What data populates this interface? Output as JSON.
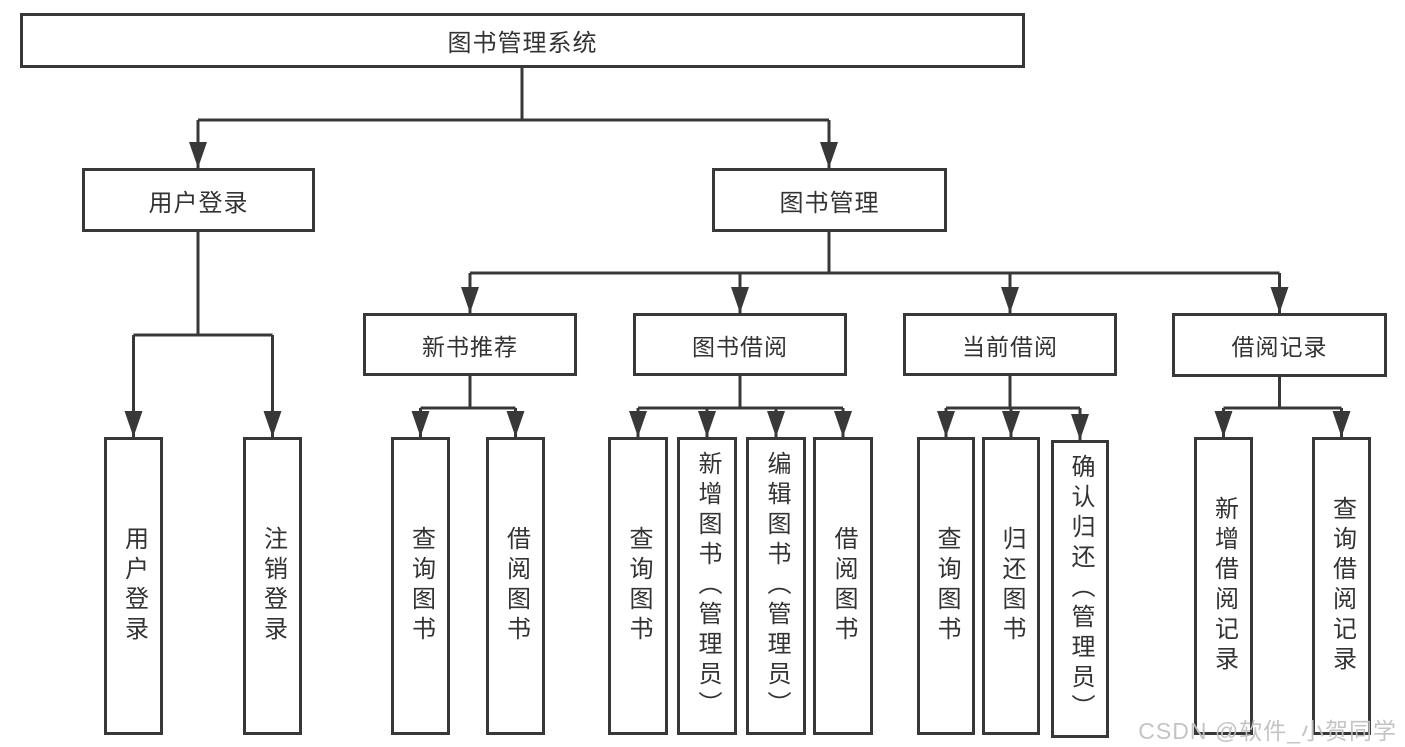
{
  "colors": {
    "background": "#ffffff",
    "box_border": "#383838",
    "connector_line": "#383838",
    "text": "#333333",
    "watermark": "#c1c1c1"
  },
  "watermark": {
    "text": "CSDN @软件_小贺同学"
  },
  "tree": {
    "root": {
      "label": "图书管理系统"
    },
    "branches": [
      {
        "label": "用户登录",
        "children": [
          {
            "label": "用户登录"
          },
          {
            "label": "注销登录"
          }
        ]
      },
      {
        "label": "图书管理",
        "children": [
          {
            "label": "新书推荐",
            "children": [
              {
                "label": "查询图书"
              },
              {
                "label": "借阅图书"
              }
            ]
          },
          {
            "label": "图书借阅",
            "children": [
              {
                "label": "查询图书"
              },
              {
                "label": "新增图书（管理员）"
              },
              {
                "label": "编辑图书（管理员）"
              },
              {
                "label": "借阅图书"
              }
            ]
          },
          {
            "label": "当前借阅",
            "children": [
              {
                "label": "查询图书"
              },
              {
                "label": "归还图书"
              },
              {
                "label": "确认归还（管理员）"
              }
            ]
          },
          {
            "label": "借阅记录",
            "children": [
              {
                "label": "新增借阅记录"
              },
              {
                "label": "查询借阅记录"
              }
            ]
          }
        ]
      }
    ]
  }
}
